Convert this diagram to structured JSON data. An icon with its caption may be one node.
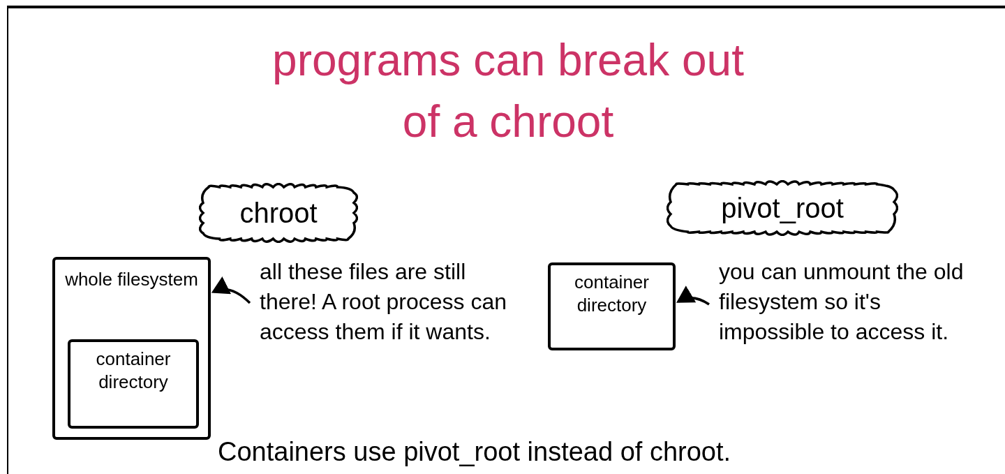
{
  "diagram": {
    "title": "programs can break out of a chroot",
    "nodes": [
      {
        "text": [
          "chroot"
        ]
      },
      {
        "text": [
          "pivot_root"
        ]
      },
      {
        "text": [
          "whole filesystem"
        ]
      },
      {
        "text": [
          "container directory"
        ],
        "in": 2
      },
      {
        "text": [
          "all these files are still there! A root process can access them if it wants."
        ]
      },
      {
        "text": [
          "container directory"
        ]
      },
      {
        "text": [
          "you can unmount the old filesystem so it's impossible to access it."
        ]
      }
    ],
    "edges": [
      {
        "from": 4,
        "to": 2,
        "arrow": "to"
      },
      {
        "from": 6,
        "to": 5,
        "arrow": "to"
      }
    ],
    "labels": [
      "Containers use pivot_root instead of chroot."
    ]
  }
}
